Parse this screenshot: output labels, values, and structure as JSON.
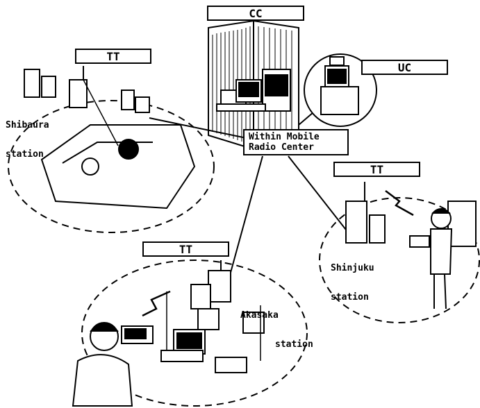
{
  "labels": {
    "cc": "CC",
    "uc": "UC",
    "tt_shibaura": "TT",
    "tt_shinjuku": "TT",
    "tt_akasaka": "TT"
  },
  "center": {
    "line1": "Within Mobile",
    "line2": "Radio Center"
  },
  "stations": {
    "shibaura_1": "Shibaura",
    "shibaura_2": "station",
    "shinjuku_1": "Shinjuku",
    "shinjuku_2": "station",
    "akasaka_1": "Akasaka",
    "akasaka_2": "station"
  },
  "colors": {
    "ink": "#000000",
    "paper": "#ffffff"
  }
}
